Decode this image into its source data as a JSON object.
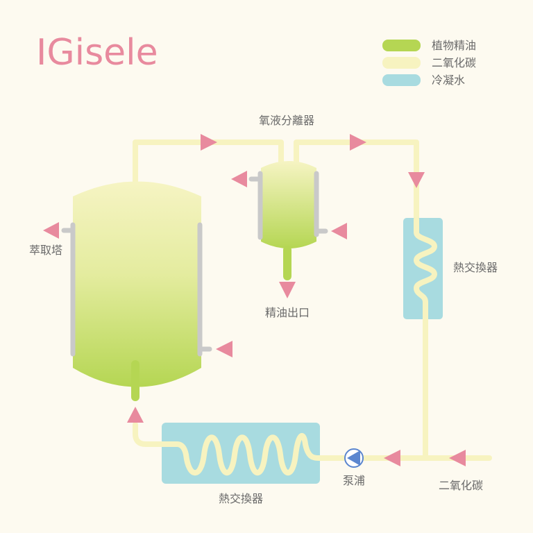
{
  "title": "IGisele",
  "legend": [
    {
      "label": "植物精油",
      "color": "#b5d653"
    },
    {
      "label": "二氧化碳",
      "color": "#f7f3c0"
    },
    {
      "label": "冷凝水",
      "color": "#a8dbe0"
    }
  ],
  "labels": {
    "separator": "氧液分離器",
    "extraction_tower": "萃取塔",
    "oil_outlet": "精油出口",
    "heat_exchanger_right": "熱交換器",
    "heat_exchanger_bottom": "熱交換器",
    "pump": "泵浦",
    "co2_inlet": "二氧化碳"
  },
  "colors": {
    "background": "#fdfaf0",
    "arrow": "#e88a9e",
    "pump": "#5b86cf",
    "jacket": "#c9c9c9"
  }
}
